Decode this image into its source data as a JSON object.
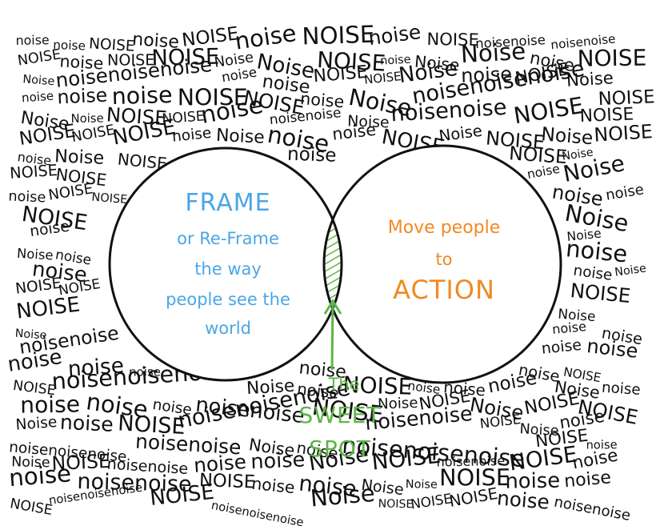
{
  "noise_word": "noise",
  "noise_variants": [
    "noise",
    "NOISE",
    "Noise",
    "noisenoise",
    "NOISE",
    "noise",
    "noisenoisenoise",
    "Noise",
    "noise",
    "NOISE"
  ],
  "left_circle": {
    "title": "FRAME",
    "lines": [
      "or Re-Frame",
      "the way",
      "people see the",
      "world"
    ],
    "color": "#4aa6e6"
  },
  "right_circle": {
    "line1": "Move people",
    "line2": "to",
    "line3": "ACTION",
    "color": "#f08a22"
  },
  "overlap": {
    "pointer_label": "The",
    "title_line1": "SWEET",
    "title_line2": "SPOT",
    "color": "#5eb548"
  }
}
